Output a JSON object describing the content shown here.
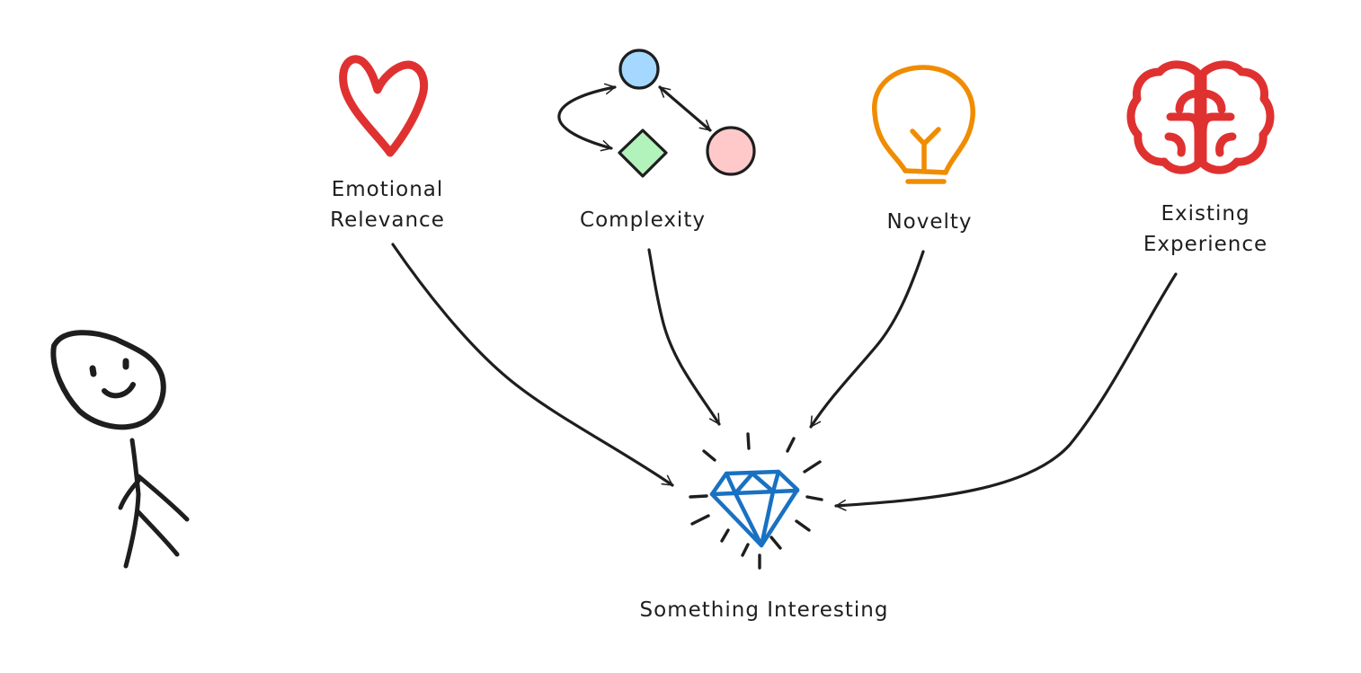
{
  "factors": [
    {
      "id": "emotional-relevance",
      "lines": [
        "Emotional",
        "Relevance"
      ],
      "icon": "heart-icon",
      "color": "#e03131"
    },
    {
      "id": "complexity",
      "lines": [
        "Complexity"
      ],
      "icon": "network-nodes-icon",
      "colors": [
        "#a5d8ff",
        "#b2f2bb",
        "#ffc9c9"
      ]
    },
    {
      "id": "novelty",
      "lines": [
        "Novelty"
      ],
      "icon": "lightbulb-icon",
      "color": "#f08c00"
    },
    {
      "id": "existing-experience",
      "lines": [
        "Existing",
        "Experience"
      ],
      "icon": "brain-icon",
      "color": "#e03131"
    }
  ],
  "target": {
    "label": "Something Interesting",
    "icon": "diamond-icon",
    "color": "#1971c2"
  },
  "person": {
    "icon": "stick-figure-icon"
  }
}
